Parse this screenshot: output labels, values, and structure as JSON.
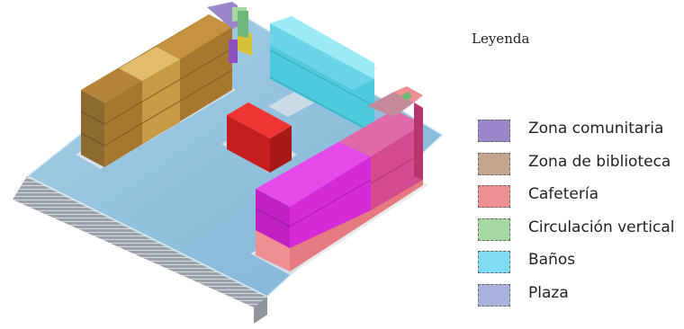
{
  "legend": {
    "title": "Leyenda",
    "items": [
      {
        "label": "Zona comunitaria",
        "color": "#9b86c9"
      },
      {
        "label": "Zona de biblioteca",
        "color": "#c4a590"
      },
      {
        "label": "Cafetería",
        "color": "#ee8f93"
      },
      {
        "label": "Circulación vertical",
        "color": "#a6d8a2"
      },
      {
        "label": "Baños",
        "color": "#7fdcf2"
      },
      {
        "label": "Plaza",
        "color": "#aab3de"
      }
    ]
  }
}
